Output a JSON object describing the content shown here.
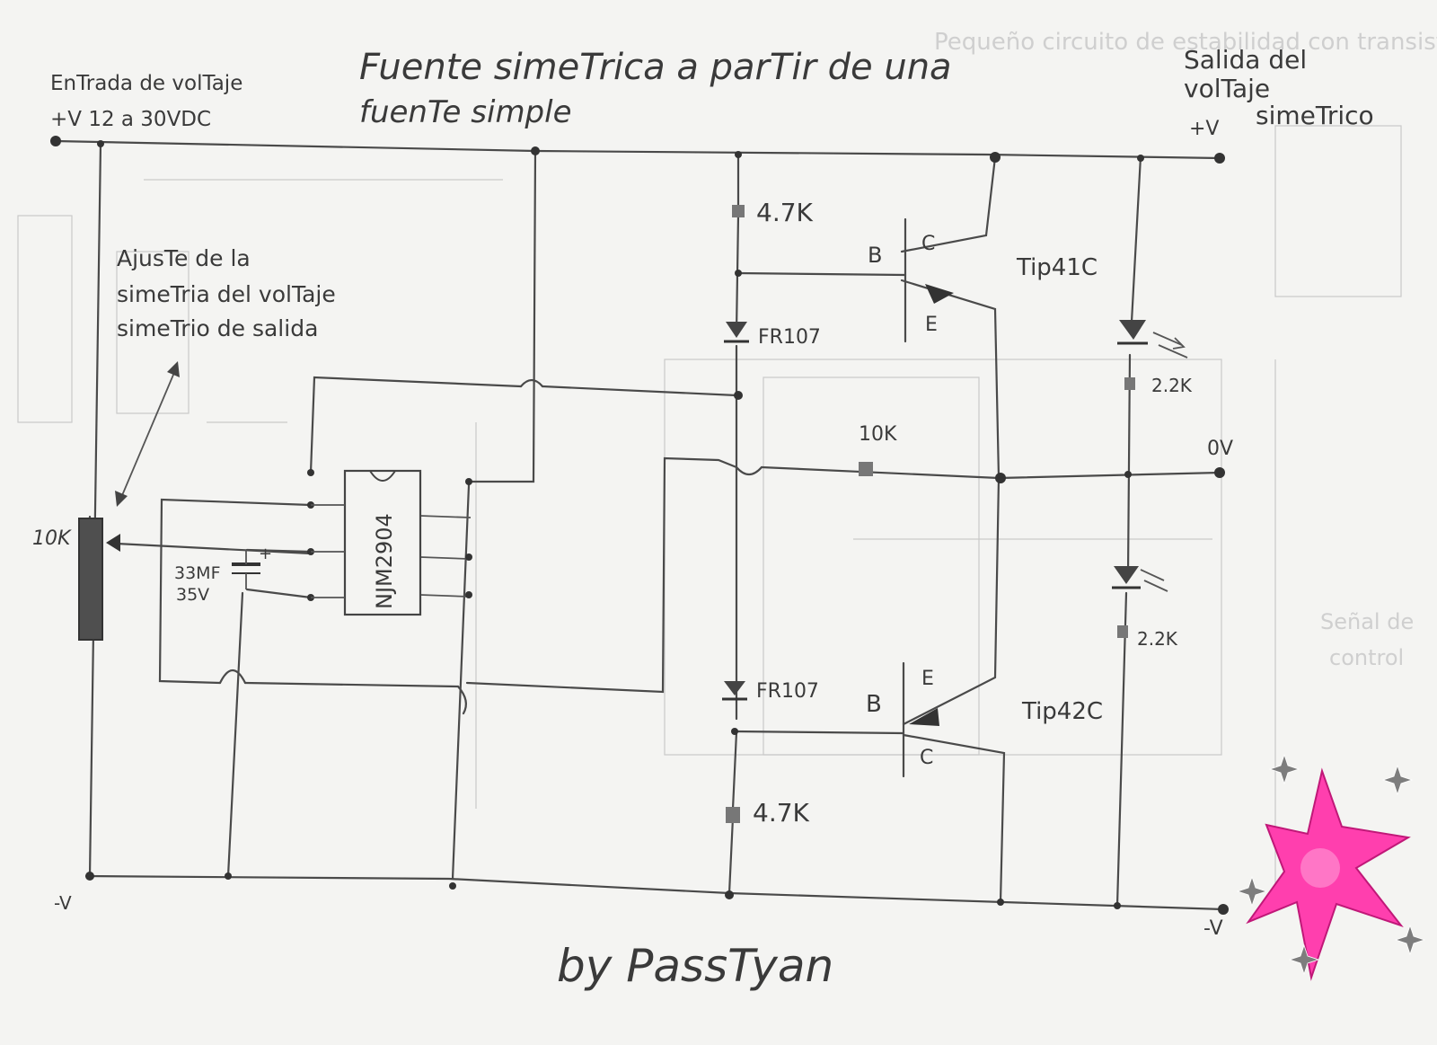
{
  "title": {
    "line1": "Fuente simeTrica a parTir de una",
    "line2": "fuenTe simple"
  },
  "input": {
    "label_line1": "EnTrada de volTaje",
    "label_line2": "+V 12 a 30VDC",
    "neg_label": "-V"
  },
  "output": {
    "label_line1": "Salida del",
    "label_line2": "volTaje",
    "label_line3": "simeTrico",
    "pos_label": "+V",
    "zero_label": "0V",
    "neg_label": "-V"
  },
  "adjust_note": {
    "line1": "AjusTe de la",
    "line2": "simeTria del volTaje",
    "line3": "simeTrio de salida"
  },
  "components": {
    "pot": "10K",
    "cap_value": "33MF",
    "cap_voltage": "35V",
    "cap_plus": "+",
    "ic": "NJM2904",
    "r_top": "4.7K",
    "r_bottom": "4.7K",
    "r_mid": "10K",
    "diode_top": "FR107",
    "diode_bottom": "FR107",
    "q_top": "Tip41C",
    "q_bottom": "Tip42C",
    "q_top_b": "B",
    "q_top_c": "C",
    "q_top_e": "E",
    "q_bot_b": "B",
    "q_bot_e": "E",
    "q_bot_c": "C",
    "led_r_top": "2.2K",
    "led_r_bottom": "2.2K"
  },
  "signature": "by PassTyan",
  "colors": {
    "ink": "#4a4a4a",
    "paper": "#f4f4f2",
    "star_pink": "#ff3fae",
    "star_gray": "#8a8a8a"
  }
}
